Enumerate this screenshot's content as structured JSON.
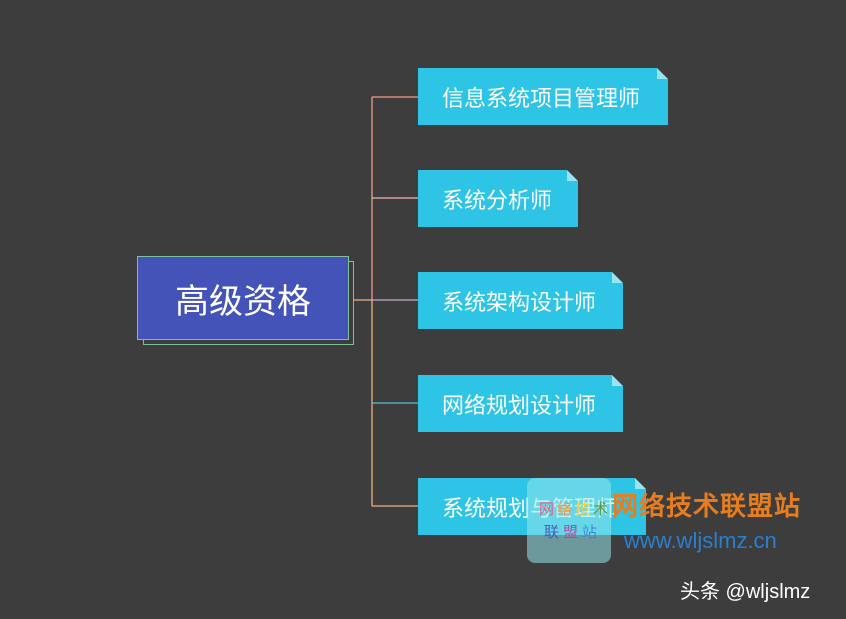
{
  "diagram": {
    "root": {
      "label": "高级资格"
    },
    "leaves": [
      {
        "label": "信息系统项目管理师",
        "connector_color": "#f29b8a"
      },
      {
        "label": "系统分析师",
        "connector_color": "#f5b6a4"
      },
      {
        "label": "系统架构设计师",
        "connector_color": "#c9a8d8"
      },
      {
        "label": "网络规划设计师",
        "connector_color": "#56bfd6"
      },
      {
        "label": "系统规划与管理师",
        "connector_color": "#f2b07a"
      }
    ],
    "colors": {
      "background": "#3d3d3d",
      "root_fill": "#4453b8",
      "leaf_fill": "#2ec4e6"
    }
  },
  "watermark": {
    "logo_chars": [
      "网",
      "络",
      "技",
      "术",
      "联",
      "盟",
      "站"
    ],
    "title": "网络技术联盟站",
    "url": "www.wljslmz.cn",
    "toutiao": "头条 @wljslmz"
  }
}
